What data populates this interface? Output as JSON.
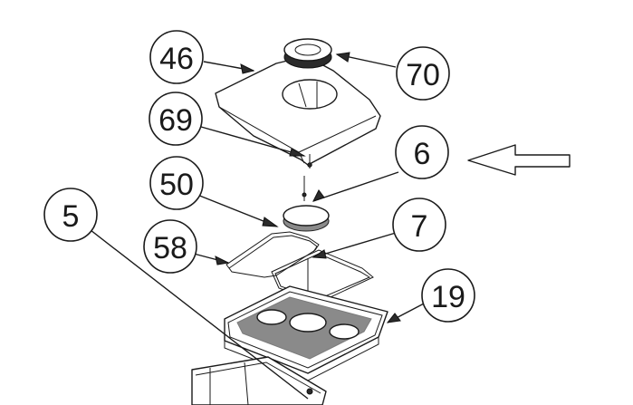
{
  "diagram": {
    "callouts": [
      {
        "id": "46",
        "label": "46"
      },
      {
        "id": "70",
        "label": "70"
      },
      {
        "id": "69",
        "label": "69"
      },
      {
        "id": "6",
        "label": "6"
      },
      {
        "id": "50",
        "label": "50"
      },
      {
        "id": "5",
        "label": "5"
      },
      {
        "id": "7",
        "label": "7"
      },
      {
        "id": "58",
        "label": "58"
      },
      {
        "id": "19",
        "label": "19"
      }
    ],
    "indicator_icon": "arrow-left-outline-icon",
    "colors": {
      "line": "#1a1a1a",
      "background": "#ffffff"
    }
  }
}
